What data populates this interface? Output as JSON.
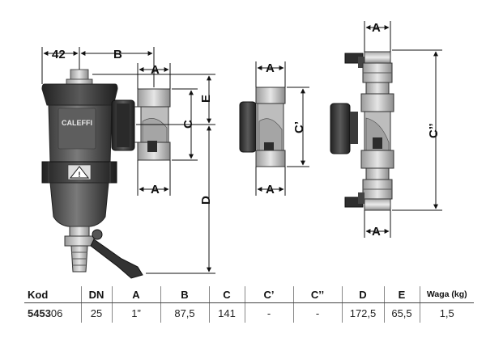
{
  "labels": {
    "dim_42": "42",
    "dim_B": "B",
    "dim_A": "A",
    "dim_C": "C",
    "dim_E": "E",
    "dim_D": "D",
    "dim_Cprime": "C’",
    "dim_Cdouble": "C’’",
    "brand": "CALEFFI"
  },
  "table": {
    "headers": [
      "Kod",
      "DN",
      "A",
      "B",
      "C",
      "C’",
      "C’’",
      "D",
      "E",
      "Waga (kg)"
    ],
    "row": {
      "code_bold": "5453",
      "code_rest": "06",
      "cells": [
        "25",
        "1”",
        "87,5",
        "141",
        "-",
        "-",
        "172,5",
        "65,5",
        "1,5"
      ]
    }
  },
  "colors": {
    "body_dark": "#4a4a4a",
    "body_mid": "#8a8a8a",
    "body_light": "#c8c8c8",
    "line": "#111111",
    "valve_handle": "#333333"
  }
}
